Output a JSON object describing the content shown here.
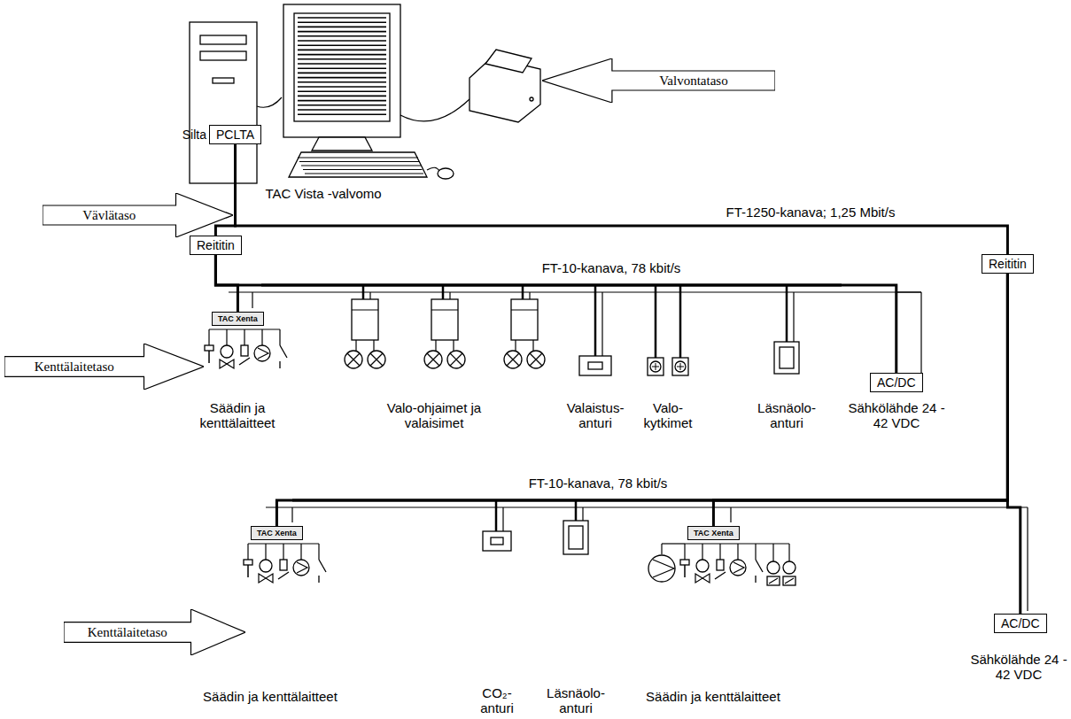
{
  "diagram": {
    "nodes": [
      {
        "text": [
          "Silta",
          "PCLTA"
        ]
      },
      {
        "text": [
          "Valvontataso"
        ]
      },
      {
        "text": [
          "Vävlätaso"
        ]
      },
      {
        "text": [
          "Reititin"
        ]
      },
      {
        "text": [
          "Reititin"
        ]
      },
      {
        "text": [
          "Kenttälaitetaso"
        ]
      },
      {
        "text": [
          "TAC Xenta"
        ]
      },
      {
        "text": [
          "AC/DC"
        ]
      },
      {
        "text": [
          "TAC Xenta"
        ]
      },
      {
        "text": [
          "TAC Xenta"
        ]
      },
      {
        "text": [
          "AC/DC"
        ]
      },
      {
        "text": [
          "Kenttälaitetaso"
        ]
      }
    ],
    "edges": [
      {
        "from": 0,
        "to": 3,
        "arrow": "none"
      },
      {
        "from": 0,
        "to": 4,
        "arrow": "none"
      },
      {
        "from": 3,
        "to": 6,
        "arrow": "none"
      },
      {
        "from": 3,
        "to": 7,
        "arrow": "none"
      },
      {
        "from": 4,
        "to": 8,
        "arrow": "none"
      },
      {
        "from": 4,
        "to": 9,
        "arrow": "none"
      },
      {
        "from": 4,
        "to": 10,
        "arrow": "none"
      }
    ],
    "labels": [
      "TAC Vista -valvomo",
      "FT-1250-kanava; 1,25 Mbit/s",
      "FT-10-kanava, 78 kbit/s",
      "Säädin ja kenttälaitteet",
      "Valo-ohjaimet ja valaisimet",
      "Valaistus- anturi",
      "Valo- kytkimet",
      "Läsnäolo- anturi",
      "Sähkölähde 24 - 42 VDC",
      "FT-10-kanava, 78 kbit/s",
      "Säädin ja kenttälaitteet",
      "CO₂- anturi",
      "Läsnäolo- anturi",
      "Säädin ja kenttälaitteet",
      "Sähkölähde 24 - 42 VDC"
    ]
  }
}
